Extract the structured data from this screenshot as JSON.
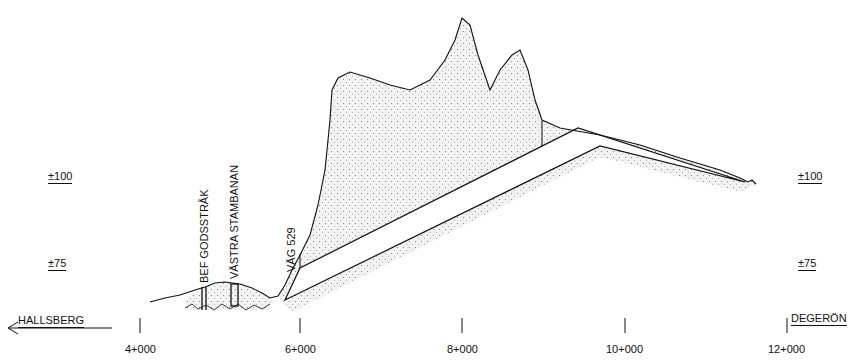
{
  "diagram": {
    "labels": [
      "±100",
      "±75",
      "±100",
      "±75",
      "HALLSBERG",
      "DEGERÖN",
      "4+000",
      "6+000",
      "8+000",
      "10+000",
      "12+000",
      "BEF GODSSTRÅK",
      "VÄSTRA STAMBANAN",
      "VÄG 529"
    ]
  }
}
